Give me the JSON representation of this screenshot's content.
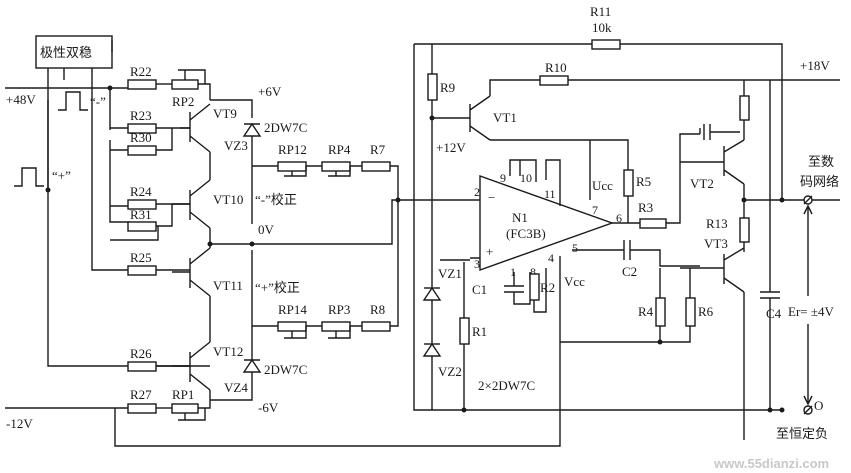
{
  "labels": {
    "polarity_block": "极性双稳",
    "plus48v": "+48V",
    "minus12v": "-12V",
    "minus_sign": "“-”",
    "plus_sign": "“+”",
    "plus6v": "+6V",
    "minus6v": "-6V",
    "zero_v": "0V",
    "plus12v": "+12V",
    "plus18v": "+18V",
    "neg_correct": "“-”校正",
    "pos_correct": "“+”校正",
    "to_network": "至数",
    "to_network2": "码网络",
    "er_label": "Er= ±4V",
    "out_o": "O",
    "bottom_right": "至恒定负",
    "vcc": "Vcc",
    "ucc": "Ucc",
    "opamp_name": "N1",
    "opamp_model": "(FC3B)",
    "zener_pair": "2×2DW7C",
    "watermark": "www.55dianzi.com"
  },
  "components": {
    "r22": "R22",
    "rp2": "RP2",
    "vt9": "VT9",
    "r23": "R23",
    "r30": "R30",
    "r24": "R24",
    "r31": "R31",
    "vt10": "VT10",
    "r25": "R25",
    "vt11": "VT11",
    "r26": "R26",
    "vt12": "VT12",
    "r27": "R27",
    "rp1": "RP1",
    "vz3": "VZ3",
    "vz3_type": "2DW7C",
    "vz4": "VZ4",
    "vz4_type": "2DW7C",
    "rp12": "RP12",
    "rp4": "RP4",
    "r7": "R7",
    "rp14": "RP14",
    "rp3": "RP3",
    "r8": "R8",
    "r9": "R9",
    "r10": "R10",
    "r11": "R11",
    "r11_val": "10k",
    "vt1": "VT1",
    "vz1": "VZ1",
    "vz2": "VZ2",
    "r1": "R1",
    "c1": "C1",
    "r2": "R2",
    "r5": "R5",
    "r3": "R3",
    "c2": "C2",
    "vt2": "VT2",
    "vt3": "VT3",
    "r13": "R13",
    "r4": "R4",
    "r6": "R6",
    "c4": "C4",
    "pin2": "2",
    "pin3": "3",
    "pin9": "9",
    "pin10": "10",
    "pin11": "11",
    "pin1": "1",
    "pin8": "8",
    "pin4": "4",
    "pin5": "5",
    "pin6": "6",
    "pin7": "7"
  }
}
